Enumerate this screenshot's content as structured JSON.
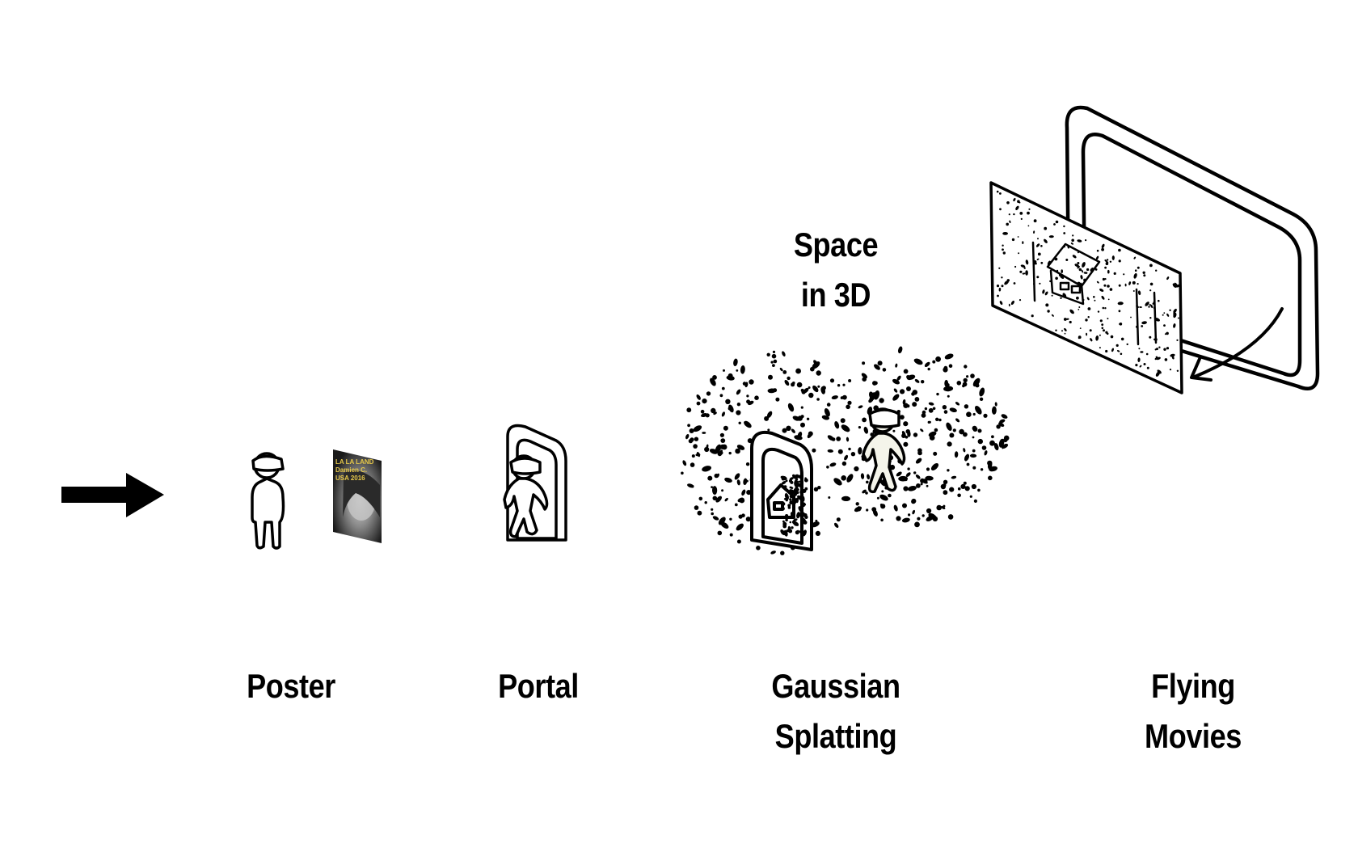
{
  "annotation": {
    "line1": "Space",
    "line2": "in 3D"
  },
  "stages": [
    {
      "id": "poster",
      "lines": [
        "Poster"
      ]
    },
    {
      "id": "portal",
      "lines": [
        "Portal"
      ]
    },
    {
      "id": "gaussian",
      "lines": [
        "Gaussian",
        "Splatting"
      ]
    },
    {
      "id": "flying",
      "lines": [
        "Flying",
        "Movies"
      ]
    }
  ],
  "poster_art": {
    "line1": "LA LA LAND",
    "line2": "Damien C.",
    "line3": "USA 2016",
    "accent": "#e6c84a"
  }
}
